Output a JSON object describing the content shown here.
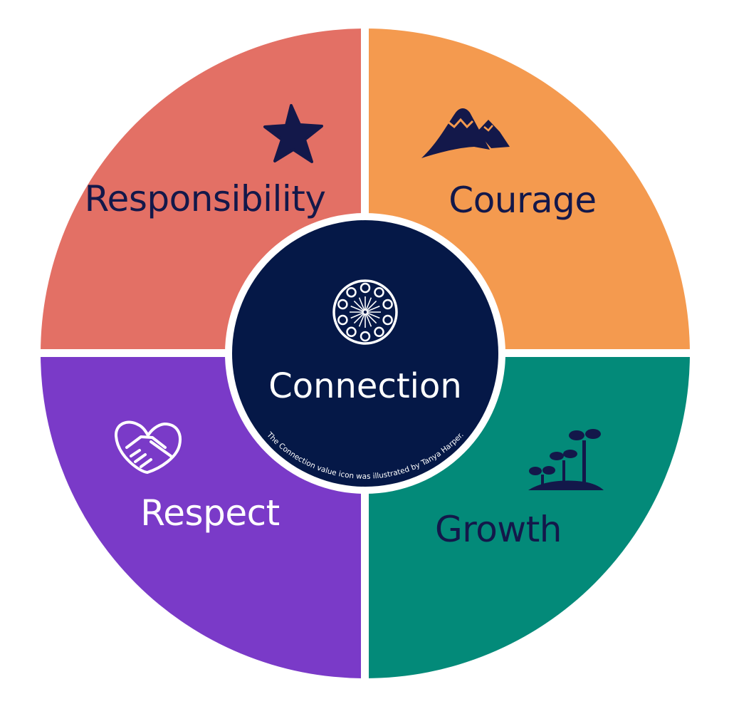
{
  "colors": {
    "responsibility": "#e37065",
    "courage": "#f49a4f",
    "respect": "#7a3ac8",
    "growth": "#038a79",
    "center": "#051847",
    "dark_text": "#13184a",
    "light_text": "#ffffff",
    "separator": "#ffffff"
  },
  "quadrants": [
    {
      "id": "responsibility",
      "label": "Responsibility",
      "icon": "star-icon"
    },
    {
      "id": "courage",
      "label": "Courage",
      "icon": "mountains-icon"
    },
    {
      "id": "respect",
      "label": "Respect",
      "icon": "handshake-heart-icon"
    },
    {
      "id": "growth",
      "label": "Growth",
      "icon": "sprouts-icon"
    }
  ],
  "center": {
    "label": "Connection",
    "icon": "connection-circle-icon",
    "credit": "The Connection value icon was illustrated by Tanya Harper."
  }
}
